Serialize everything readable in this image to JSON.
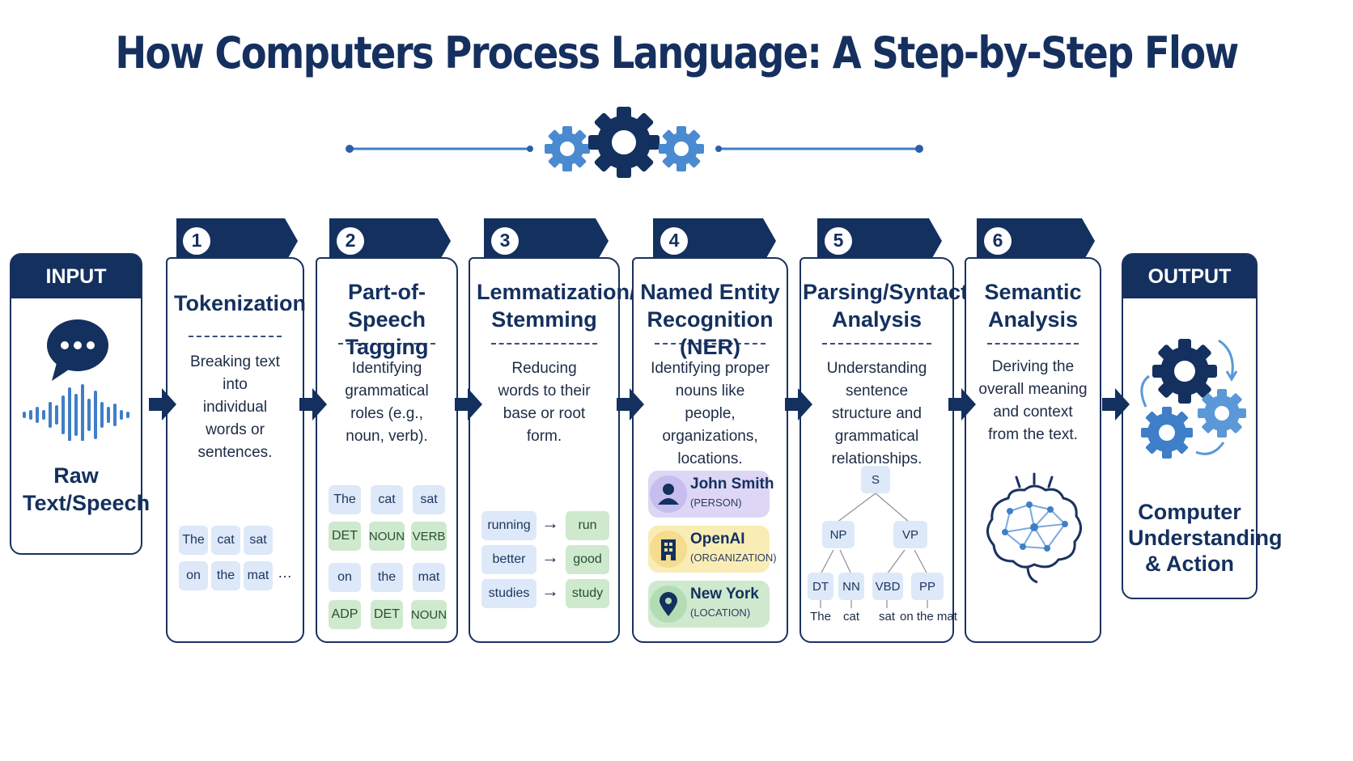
{
  "title": "How Computers Process Language: A Step-by-Step Flow",
  "colors": {
    "navy": "#13305f",
    "blue": "#3f7ec8",
    "light_blue": "#dde9f8",
    "green": "#cfe9cf",
    "purple": "#ddd6f5",
    "yellow": "#faecb5"
  },
  "input": {
    "header": "INPUT",
    "label": "Raw Text/Speech",
    "icons": [
      "speech-bubble-icon",
      "sound-wave-icon"
    ]
  },
  "output": {
    "header": "OUTPUT",
    "label": "Computer Understanding & Action",
    "icons": [
      "gears-cycle-icon"
    ]
  },
  "steps": [
    {
      "number": "1",
      "title": "Tokenization",
      "description": "Breaking text into individual words or sentences.",
      "tokens": [
        "The",
        "cat",
        "sat",
        "on",
        "the",
        "mat"
      ],
      "ellipsis": "…"
    },
    {
      "number": "2",
      "title": "Part-of-Speech Tagging",
      "description": "Identifying grammatical roles (e.g., noun, verb).",
      "pairs": [
        {
          "word": "The",
          "tag": "DET"
        },
        {
          "word": "cat",
          "tag": "NOUN"
        },
        {
          "word": "sat",
          "tag": "VERB"
        },
        {
          "word": "on",
          "tag": "ADP"
        },
        {
          "word": "the",
          "tag": "DET"
        },
        {
          "word": "mat",
          "tag": "NOUN"
        }
      ]
    },
    {
      "number": "3",
      "title": "Lemmatization/ Stemming",
      "description": "Reducing words to their base or root form.",
      "arrow": "→",
      "pairs": [
        {
          "from": "running",
          "to": "run"
        },
        {
          "from": "better",
          "to": "good"
        },
        {
          "from": "studies",
          "to": "study"
        }
      ]
    },
    {
      "number": "4",
      "title": "Named Entity Recognition (NER)",
      "description": "Identifying proper nouns like people, organizations, locations.",
      "entities": [
        {
          "name": "John Smith",
          "type": "(PERSON)",
          "icon": "person-icon"
        },
        {
          "name": "OpenAI",
          "type": "(ORGANIZATION)",
          "icon": "building-icon"
        },
        {
          "name": "New York",
          "type": "(LOCATION)",
          "icon": "location-pin-icon"
        }
      ]
    },
    {
      "number": "5",
      "title": "Parsing/Syntactic Analysis",
      "description": "Understanding sentence structure and grammatical relationships.",
      "tree": {
        "root": "S",
        "level1": [
          "NP",
          "VP"
        ],
        "level2": [
          "DT",
          "NN",
          "VBD",
          "PP"
        ],
        "words": [
          "The",
          "cat",
          "sat",
          "on the mat"
        ]
      }
    },
    {
      "number": "6",
      "title": "Semantic Analysis",
      "description": "Deriving the overall meaning and context from the text.",
      "icon": "brain-network-icon"
    }
  ]
}
